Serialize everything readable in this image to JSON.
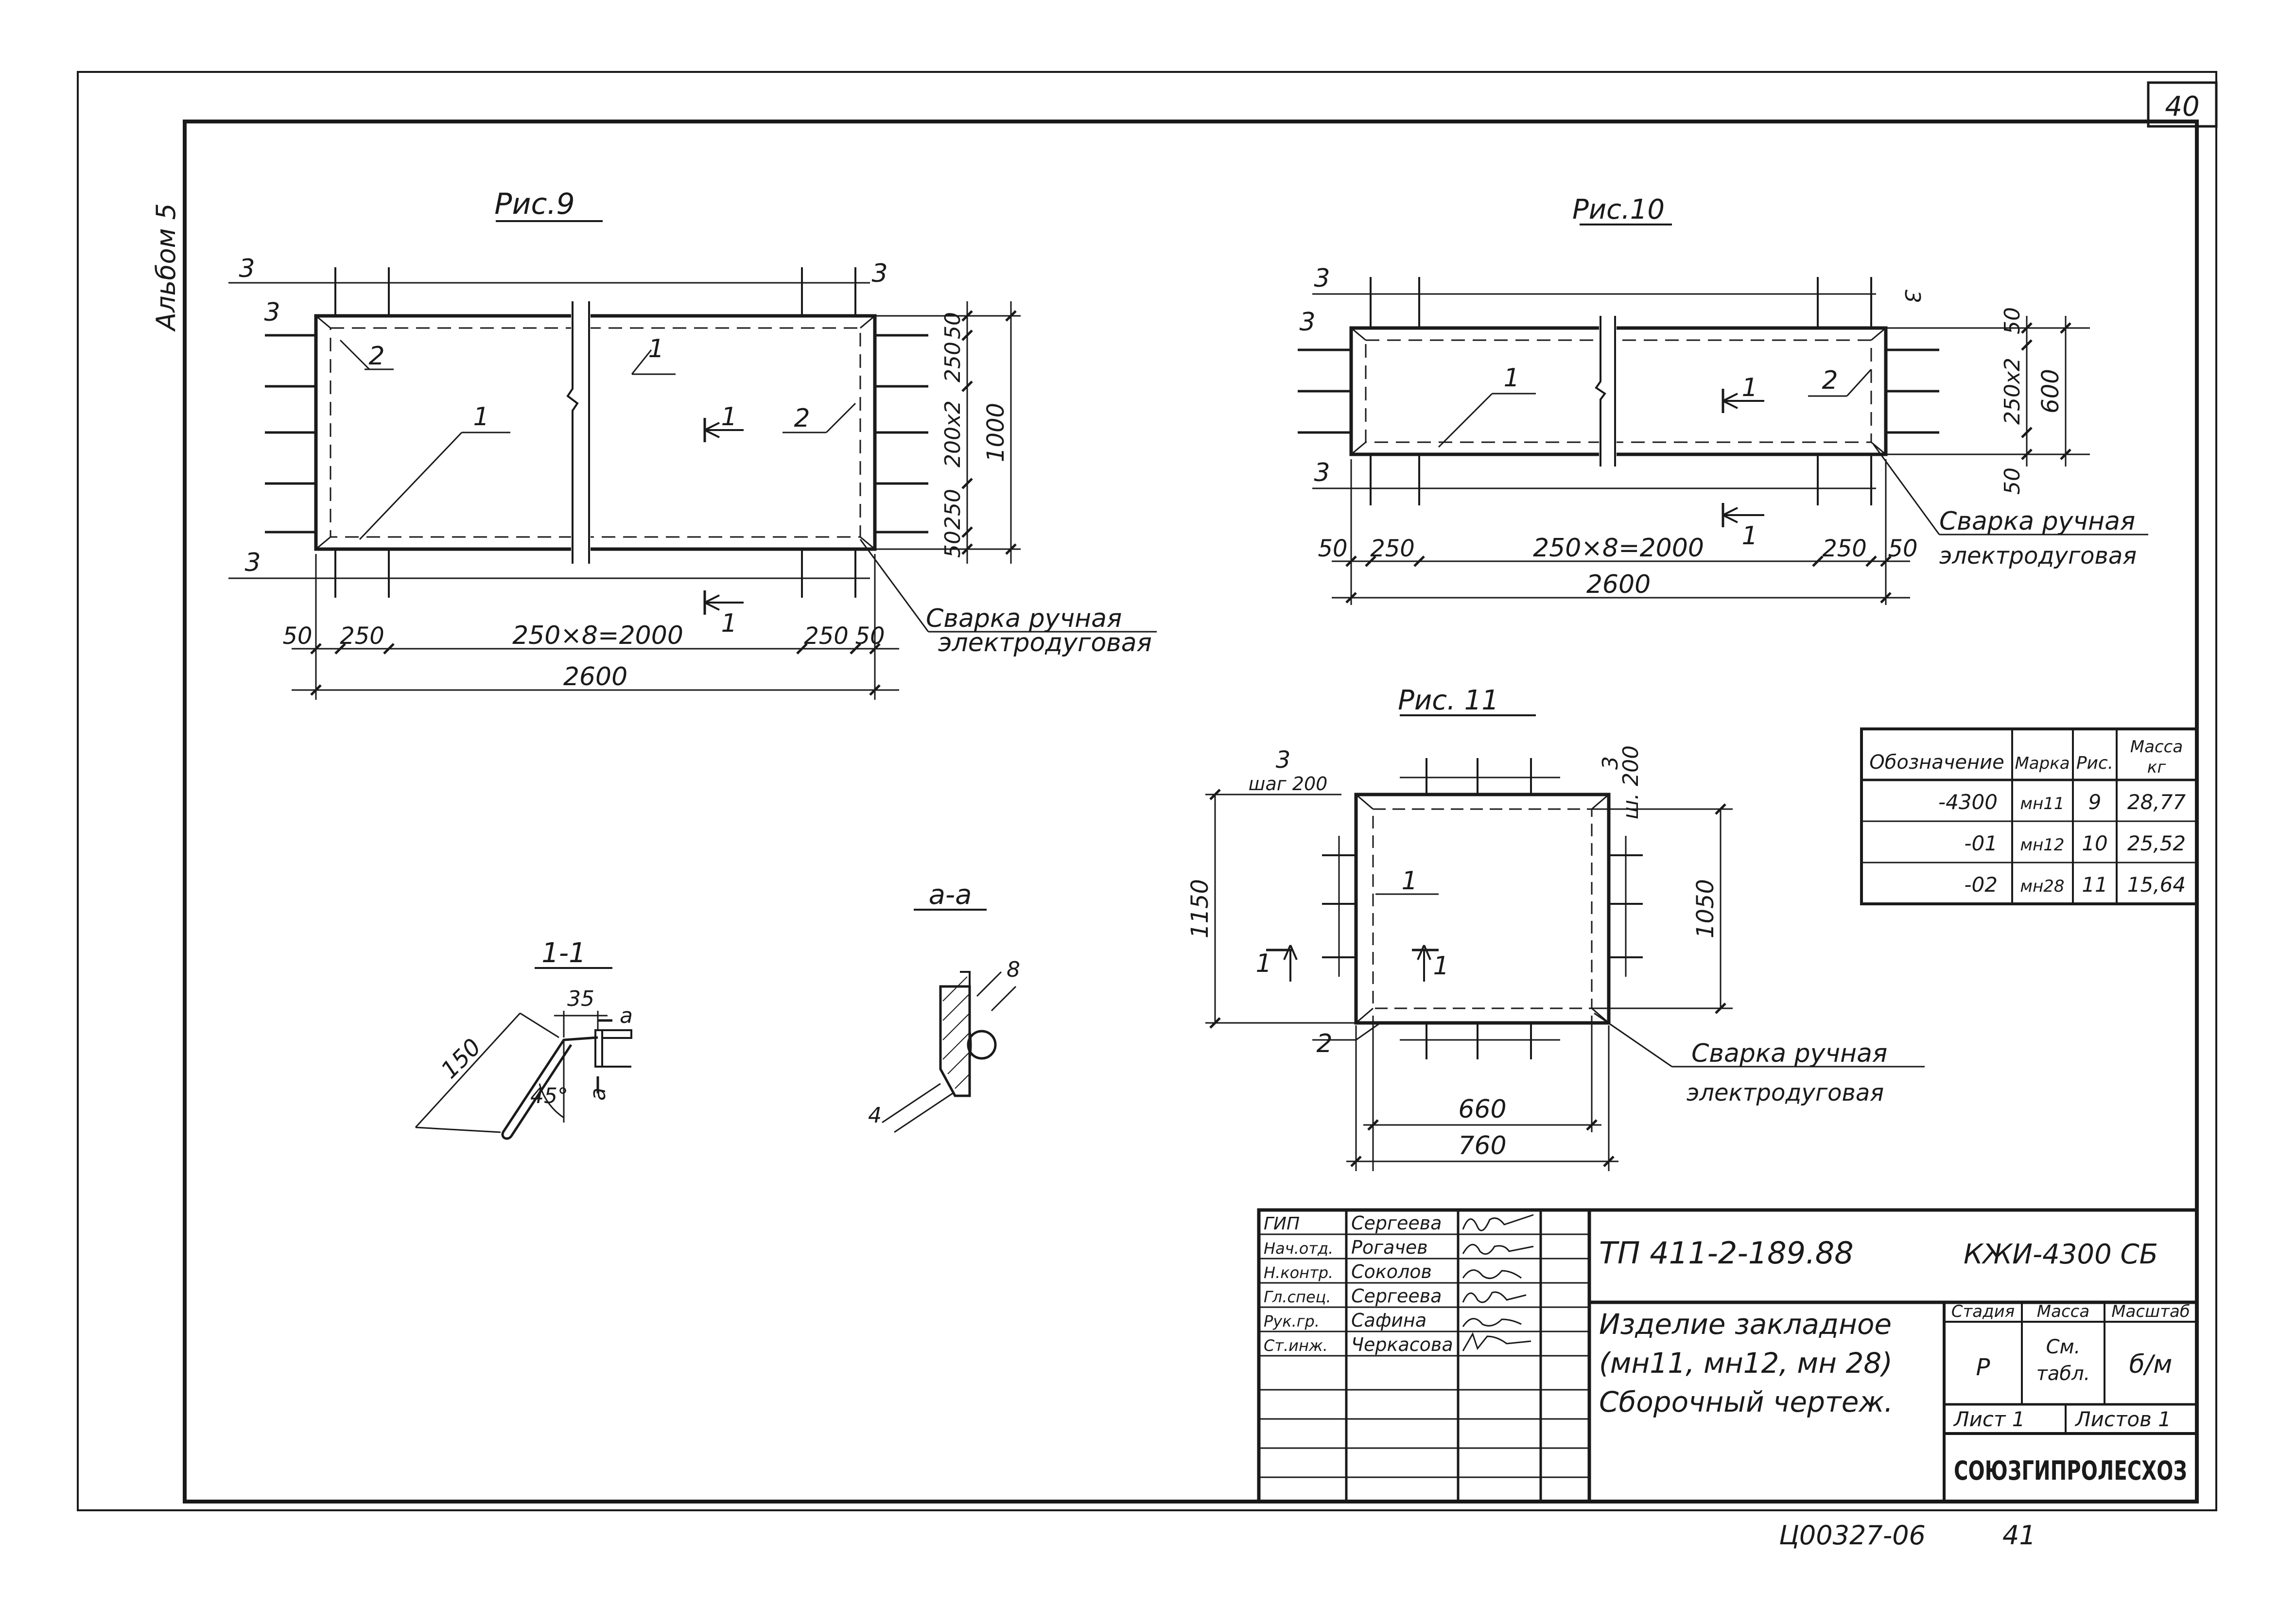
{
  "sheet": {
    "page_number": "40",
    "album_label": "Альбом 5",
    "bottom_code": "Ц00327-06",
    "bottom_number": "41"
  },
  "fig9": {
    "title": "Рис.9",
    "dim_total": "2600",
    "dim_middle": "250×8=2000",
    "dim_end_left": "50",
    "dim_step_left": "250",
    "dim_step_right": "250",
    "dim_end_right": "50",
    "dim_height": "1000",
    "dim_side_50_top": "50",
    "dim_side_250_top": "250",
    "dim_side_200x2": "200x2",
    "dim_side_250_bottom": "250",
    "dim_side_50_bottom": "50",
    "weld_3_top_left": "3",
    "weld_3_top_left_2": "3",
    "weld_3_top_right": "3",
    "weld_3_bottom_left": "3",
    "pos_1_top": "1",
    "pos_1_inner": "1",
    "pos_2_left": "2",
    "pos_2_right": "2",
    "section_1_upper": "1",
    "section_1_lower": "1",
    "weld_note_1": "Сварка ручная",
    "weld_note_2": "электродуговая"
  },
  "fig10": {
    "title": "Рис.10",
    "dim_total": "2600",
    "dim_middle": "250×8=2000",
    "dim_end_left": "50",
    "dim_step_left": "250",
    "dim_step_right": "250",
    "dim_end_right": "50",
    "dim_height": "600",
    "dim_side_50_top": "50",
    "dim_side_250x2": "250x2",
    "dim_side_50_bottom": "50",
    "weld_3_a": "3",
    "weld_3_b": "3",
    "weld_3_c": "3",
    "weld_3_right": "3",
    "pos_1": "1",
    "pos_2": "2",
    "section_1_upper": "1",
    "section_1_lower": "1",
    "weld_note_1": "Сварка ручная",
    "weld_note_2": "электродуговая"
  },
  "fig11": {
    "title": "Рис. 11",
    "dim_width_outer": "760",
    "dim_width_inner": "660",
    "dim_height_outer": "1150",
    "dim_height_inner": "1050",
    "weld_left_3": "3",
    "weld_left_step": "шаг 200",
    "weld_right": "3",
    "weld_right_step": "ш. 200",
    "pos_1": "1",
    "pos_2": "2",
    "section_1_left": "1",
    "section_1_right": "1",
    "weld_note_1": "Сварка ручная",
    "weld_note_2": "электродуговая"
  },
  "section_11": {
    "title": "1-1",
    "dim_150": "150",
    "dim_35": "35",
    "angle": "45°",
    "mark_a_top": "а",
    "mark_a_bottom": "а"
  },
  "section_aa": {
    "title": "а-а",
    "dim_8": "8",
    "dim_4": "4"
  },
  "spec_table": {
    "headers": [
      "Обозначение",
      "Марка",
      "Рис.",
      "Масса кг"
    ],
    "header_mass_line1": "Масса",
    "header_mass_line2": "кг",
    "rows": [
      [
        "-4300",
        "мн11",
        "9",
        "28,77"
      ],
      [
        "-01",
        "мн12",
        "10",
        "25,52"
      ],
      [
        "-02",
        "мн28",
        "11",
        "15,64"
      ]
    ]
  },
  "title_block": {
    "staff": [
      {
        "role": "ГИП",
        "name": "Сергеева"
      },
      {
        "role": "Нач.отд.",
        "name": "Рогачев"
      },
      {
        "role": "Н.контр.",
        "name": "Соколов"
      },
      {
        "role": "Гл.спец.",
        "name": "Сергеева"
      },
      {
        "role": "Рук.гр.",
        "name": "Сафина"
      },
      {
        "role": "Ст.инж.",
        "name": "Черкасова"
      }
    ],
    "doc_number": "ТП 411-2-189.88",
    "doc_code": "КЖИ-4300 СБ",
    "product_line1": "Изделие закладное",
    "product_line2": "(мн11, мн12, мн 28)",
    "product_line3": "Сборочный чертеж.",
    "stage_header": "Стадия",
    "mass_header": "Масса",
    "scale_header": "Масштаб",
    "stage_value": "Р",
    "mass_value_1": "См.",
    "mass_value_2": "табл.",
    "scale_value": "б/м",
    "sheet_label": "Лист 1",
    "sheets_label": "Листов 1",
    "organization": "СОЮЗГИПРОЛЕСХОЗ"
  }
}
